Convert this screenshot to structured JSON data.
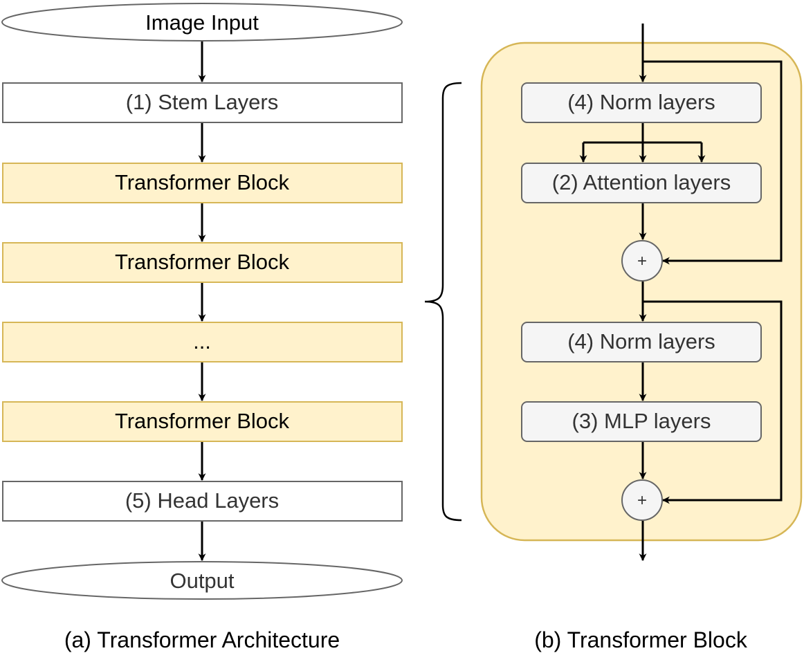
{
  "colors": {
    "block_fill": "#fff2cc",
    "block_stroke": "#d6b656",
    "plain_stroke": "#666666",
    "inner_fill": "#f5f5f5",
    "arrow": "#000000",
    "muted_text": "#333333"
  },
  "architecture": {
    "input": "Image Input",
    "stem": "(1) Stem Layers",
    "blocks": [
      "Transformer Block",
      "Transformer Block",
      "...",
      "Transformer Block"
    ],
    "head": "(5) Head Layers",
    "output": "Output",
    "caption": "(a) Transformer Architecture"
  },
  "block": {
    "norm1": "(4) Norm layers",
    "attention": "(2) Attention layers",
    "add1": "+",
    "norm2": "(4) Norm layers",
    "mlp": "(3) MLP layers",
    "add2": "+",
    "caption": "(b) Transformer Block"
  }
}
